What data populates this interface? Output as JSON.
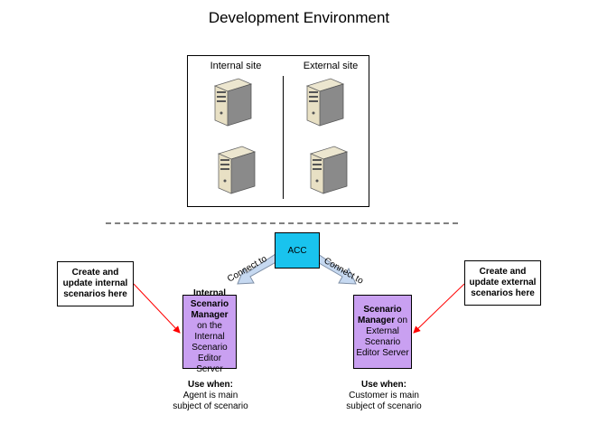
{
  "title": "Development Environment",
  "internal_site": "Internal site",
  "external_site": "External site",
  "acc": "ACC",
  "connect_left": "Connect to",
  "connect_right": "Connect to",
  "internal_manager": {
    "bold": "Internal Scenario Manager",
    "rest": " on the Internal Scenario Editor Server"
  },
  "external_manager": {
    "bold": "Scenario Manager",
    "rest": " on External Scenario Editor Server"
  },
  "note_internal": "Create and update internal scenarios here",
  "note_external": "Create and update external scenarios here",
  "use_internal": {
    "heading": "Use when:",
    "text": "Agent is main subject of scenario"
  },
  "use_external": {
    "heading": "Use when:",
    "text": "Customer is main subject of scenario"
  },
  "colors": {
    "acc": "#19c3ee",
    "manager": "#c9a0f1",
    "arrow": "#ff0000",
    "connector": "#c6d9f1"
  },
  "icons": [
    "server-icon",
    "server-icon",
    "server-icon",
    "server-icon"
  ]
}
